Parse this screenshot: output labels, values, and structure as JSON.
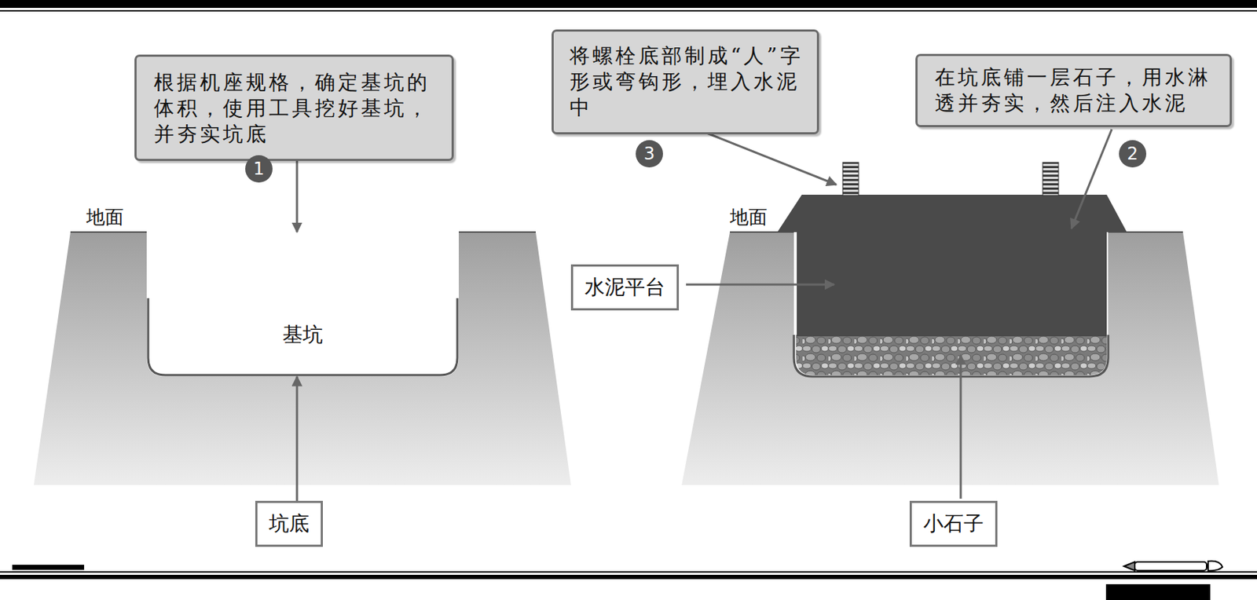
{
  "diagram": {
    "nodes": [
      {
        "text": [
          "根据机座规格，确定基坑的体积，使用工具挖好基坑，并夯实坑底"
        ]
      },
      {
        "text": [
          "1"
        ]
      },
      {
        "text": [
          "基坑"
        ]
      },
      {
        "text": [
          "坑底"
        ]
      },
      {
        "text": [
          "将螺栓底部制成“人”字形或弯钩形，埋入水泥中"
        ]
      },
      {
        "text": [
          "3"
        ]
      },
      {
        "text": [
          "在坑底铺一层石子，用水淋透并夯实，然后注入水泥"
        ]
      },
      {
        "text": [
          "2"
        ]
      },
      {
        "text": [
          "水泥平台"
        ]
      },
      {
        "text": [
          "小石子"
        ]
      }
    ],
    "edges": [
      {
        "from": 0,
        "to": 2,
        "arrow": "to"
      },
      {
        "from": 3,
        "to": 2,
        "arrow": "to"
      }
    ],
    "labels": [
      "地面",
      "地面"
    ]
  }
}
